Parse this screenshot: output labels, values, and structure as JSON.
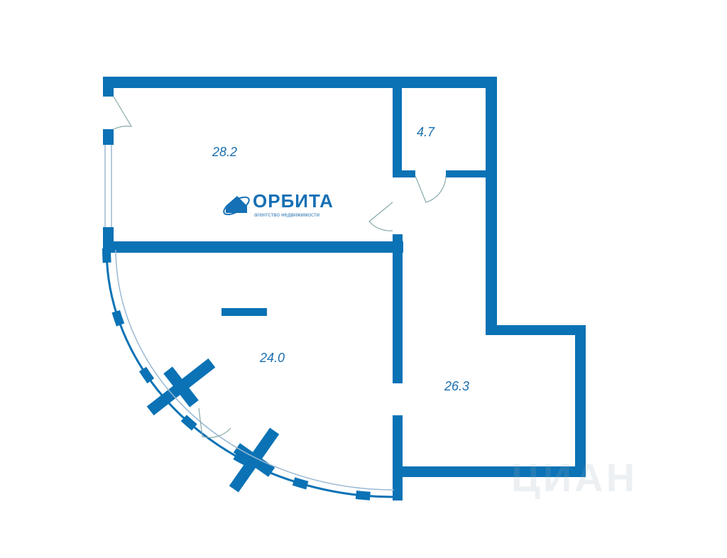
{
  "rooms": [
    {
      "name": "room-top-left",
      "area": "28.2"
    },
    {
      "name": "closet",
      "area": "4.7"
    },
    {
      "name": "room-bottom-left",
      "area": "24.0"
    },
    {
      "name": "room-right",
      "area": "26.3"
    }
  ],
  "logo": {
    "title": "ОРБИТА",
    "subtitle": "агентство недвижимости"
  },
  "watermark": "ЦИАН",
  "colors": {
    "wall": "#0a72b5",
    "window": "#9ab9d3"
  }
}
